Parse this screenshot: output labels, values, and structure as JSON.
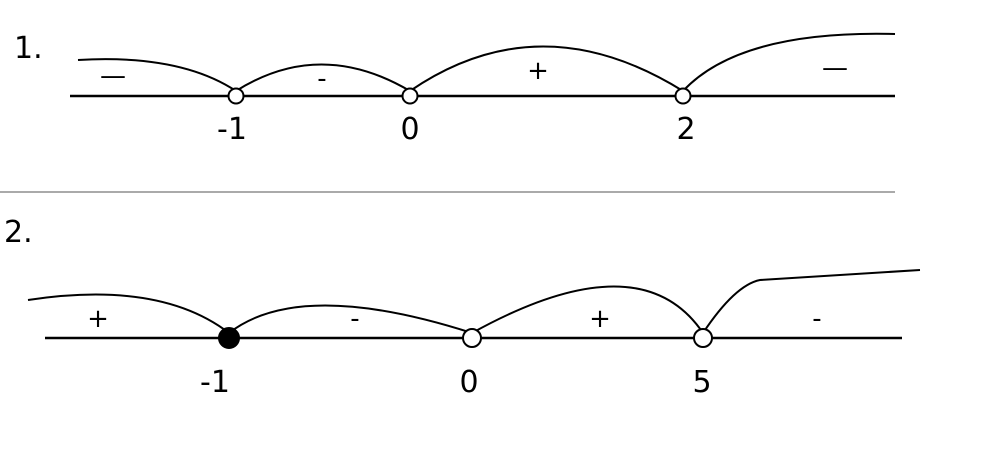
{
  "diagrams": [
    {
      "index_label": "1.",
      "points": [
        {
          "label": "-1",
          "marker": "open"
        },
        {
          "label": "0",
          "marker": "open"
        },
        {
          "label": "2",
          "marker": "open"
        }
      ],
      "interval_signs": [
        "—",
        "-",
        "+",
        "—"
      ]
    },
    {
      "index_label": "2.",
      "points": [
        {
          "label": "-1",
          "marker": "filled"
        },
        {
          "label": "0",
          "marker": "open"
        },
        {
          "label": "5",
          "marker": "open"
        }
      ],
      "interval_signs": [
        "+",
        "-",
        "+",
        "-"
      ]
    }
  ]
}
